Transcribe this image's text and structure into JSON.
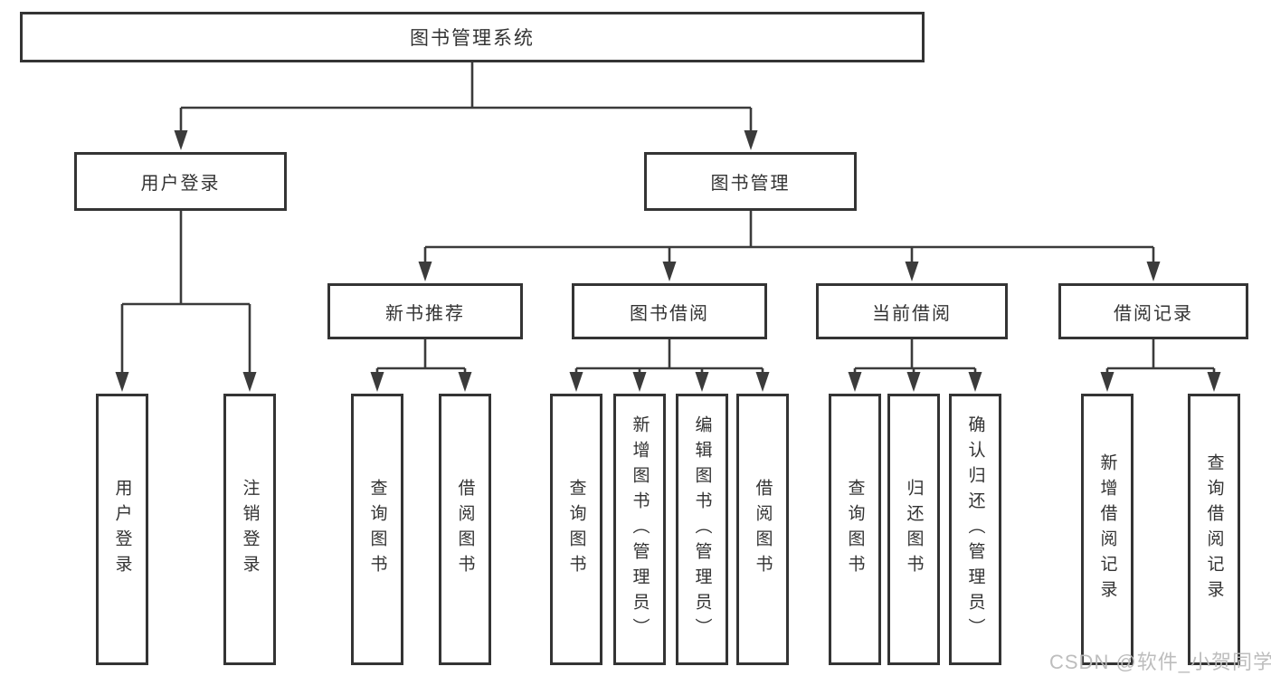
{
  "tree": {
    "root": {
      "label": "图书管理系统"
    },
    "branches": [
      {
        "label": "用户登录",
        "leaves": [
          "用户登录",
          "注销登录"
        ]
      },
      {
        "label": "图书管理",
        "children": [
          {
            "label": "新书推荐",
            "leaves": [
              "查询图书",
              "借阅图书"
            ]
          },
          {
            "label": "图书借阅",
            "leaves": [
              "查询图书",
              "新增图书（管理员）",
              "编辑图书（管理员）",
              "借阅图书"
            ]
          },
          {
            "label": "当前借阅",
            "leaves": [
              "查询图书",
              "归还图书",
              "确认归还（管理员）"
            ]
          },
          {
            "label": "借阅记录",
            "leaves": [
              "新增借阅记录",
              "查询借阅记录"
            ]
          }
        ]
      }
    ]
  },
  "watermark": {
    "text": "CSDN @软件_小贺同学"
  },
  "colors": {
    "line": "#3b3b3b",
    "box_border": "#343434",
    "box_background": "#ffffff",
    "text": "#333333",
    "watermark": "#b9b9b9"
  }
}
